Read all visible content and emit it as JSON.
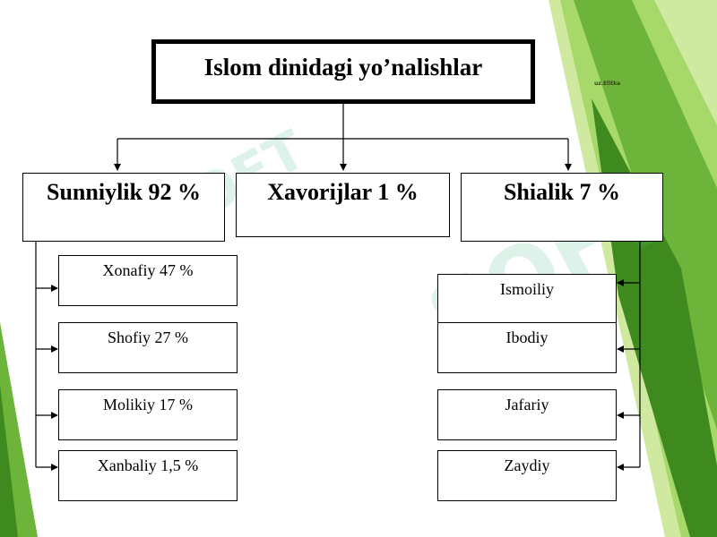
{
  "diagram": {
    "title": "Islom  dinidagi yo’nalishlar",
    "tiny_label": "uz.Elitka",
    "branches": [
      {
        "key": "sunni",
        "label": "Sunniylik  92 %"
      },
      {
        "key": "xavorij",
        "label": "Xavorijlar 1 %"
      },
      {
        "key": "shia",
        "label": "Shialik  7 %"
      }
    ],
    "sunni_schools": [
      "Xonafiy 47 %",
      "Shofiy 27 %",
      "Molikiy 17 %",
      "Xanbaliy 1,5 %"
    ],
    "shia_schools": [
      "Ismoiliy",
      "Ibodiy",
      "Jafariy",
      "Zaydiy"
    ]
  },
  "watermark": "SOFT",
  "colors": {
    "green_dark": "#3f8a1f",
    "green_mid": "#6cb43a",
    "green_light": "#a6d86a",
    "green_pale": "#cfeaa0",
    "line": "#000000"
  }
}
